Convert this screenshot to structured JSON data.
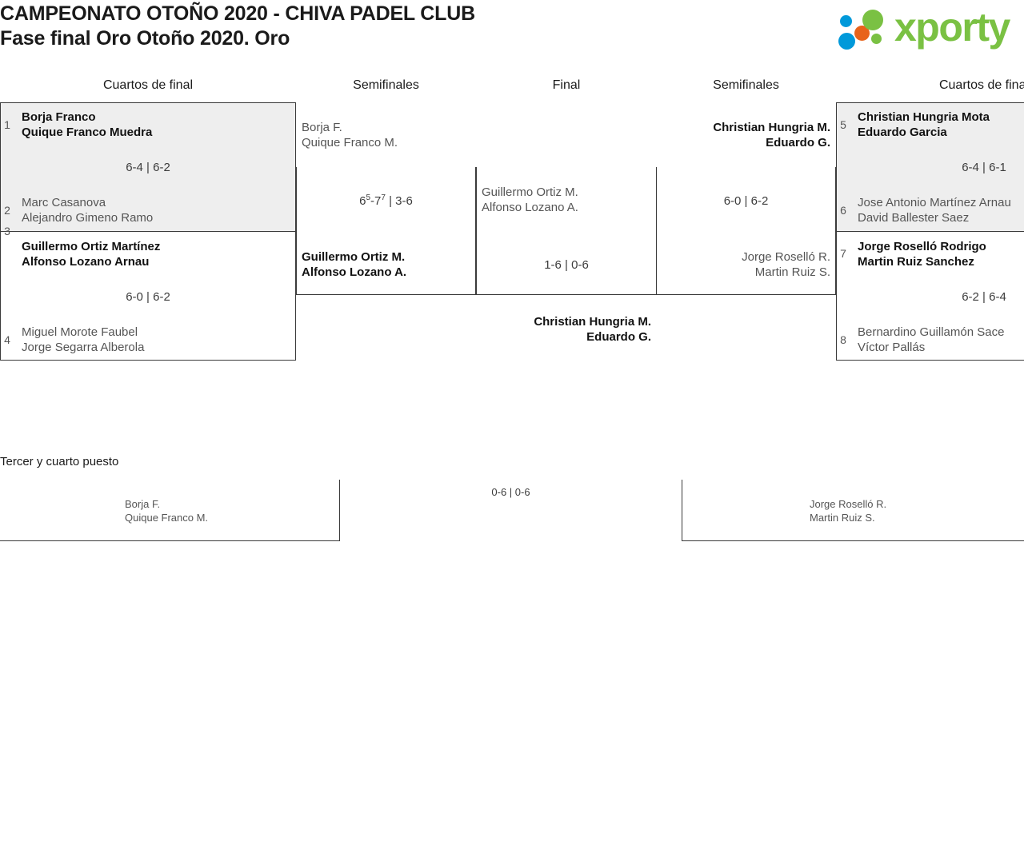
{
  "header": {
    "title_line1": "CAMPEONATO OTOÑO 2020 - CHIVA PADEL CLUB",
    "title_line2": "Fase final Oro Otoño 2020. Oro",
    "logo_text": "xporty",
    "logo_colors": {
      "green": "#7ac143",
      "blue": "#0099da",
      "orange": "#e8631a"
    }
  },
  "rounds": {
    "qf_left": "Cuartos de final",
    "sf_left": "Semifinales",
    "final": "Final",
    "sf_right": "Semifinales",
    "qf_right": "Cuartos de final"
  },
  "bracket": {
    "qf_left": [
      {
        "seed_top": "1",
        "top_p1": "Borja Franco",
        "top_p2": "Quique Franco Muedra",
        "score": "6-4 | 6-2",
        "seed_bottom": "2",
        "bottom_p1": "Marc Casanova",
        "bottom_p2": "Alejandro Gimeno Ramo"
      },
      {
        "seed_top": "3",
        "top_p1": "Guillermo Ortiz Martínez",
        "top_p2": "Alfonso Lozano Arnau",
        "score": "6-0 | 6-2",
        "seed_bottom": "4",
        "bottom_p1": "Miguel Morote Faubel",
        "bottom_p2": "Jorge Segarra Alberola"
      }
    ],
    "sf_left": {
      "top_p1": "Borja F.",
      "top_p2": "Quique Franco M.",
      "score_a": "6",
      "score_a_sup": "5",
      "score_b": "-7",
      "score_b_sup": "7",
      "score_c": " | 3-6",
      "bottom_p1": "Guillermo Ortiz M.",
      "bottom_p2": "Alfonso Lozano A."
    },
    "final": {
      "top_p1": "Guillermo Ortiz M.",
      "top_p2": "Alfonso Lozano A.",
      "score": "1-6 | 0-6",
      "bottom_p1": "Christian Hungria M.",
      "bottom_p2": "Eduardo G."
    },
    "sf_right": {
      "top_p1": "Christian Hungria M.",
      "top_p2": "Eduardo G.",
      "score": "6-0 | 6-2",
      "bottom_p1": "Jorge Roselló R.",
      "bottom_p2": "Martin Ruiz S."
    },
    "qf_right": [
      {
        "seed_top": "5",
        "top_p1": "Christian Hungria Mota",
        "top_p2": "Eduardo Garcia",
        "score": "6-4 | 6-1",
        "seed_bottom": "6",
        "bottom_p1": "Jose Antonio Martínez Arnau",
        "bottom_p2": "David Ballester Saez"
      },
      {
        "seed_top": "7",
        "top_p1": "Jorge Roselló Rodrigo",
        "top_p2": "Martin Ruiz Sanchez",
        "score": "6-2 | 6-4",
        "seed_bottom": "8",
        "bottom_p1": "Bernardino Guillamón Sace",
        "bottom_p2": "Víctor Pallás"
      }
    ]
  },
  "third_place": {
    "title": "Tercer y cuarto puesto",
    "left_p1": "Borja F.",
    "left_p2": "Quique Franco M.",
    "score": "0-6 | 0-6",
    "right_p1": "Jorge Roselló R.",
    "right_p2": "Martin Ruiz S."
  }
}
